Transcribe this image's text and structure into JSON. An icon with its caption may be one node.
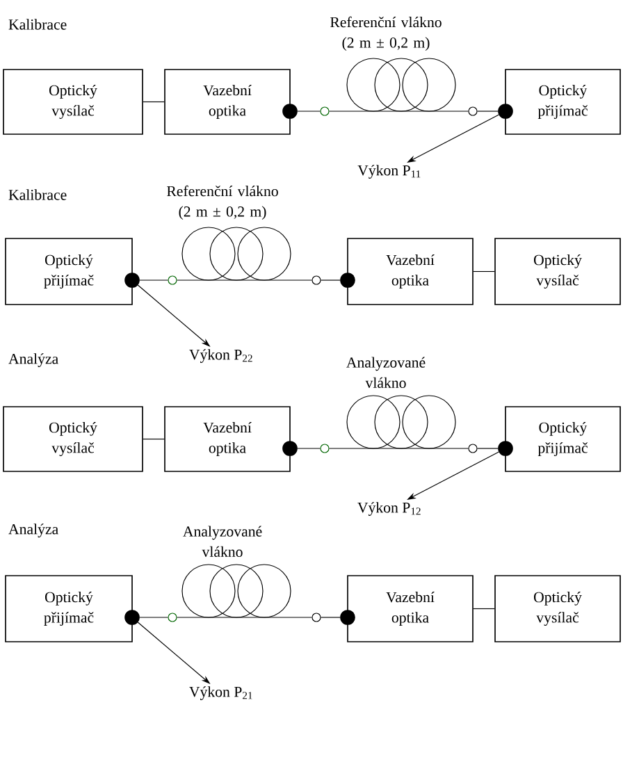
{
  "diagram": {
    "nodes": [
      {
        "text": [
          "Referenční vlákno (2 m ± 0,2 m)"
        ]
      },
      {
        "text": [
          "Optický vysílač"
        ]
      },
      {
        "text": [
          "Vazební optika"
        ]
      },
      {
        "text": [],
        "shape": "dot"
      },
      {
        "text": [],
        "shape": "circle"
      },
      {
        "text": [],
        "shape": "circle"
      },
      {
        "text": [],
        "shape": "dot"
      },
      {
        "text": [
          "Optický přijímač"
        ]
      },
      {
        "text": [
          "Výkon P$_{11}$"
        ]
      },
      {
        "text": [
          "Referenční vlákno (2 m ± 0,2 m)"
        ]
      },
      {
        "text": [
          "Optický přijímač"
        ]
      },
      {
        "text": [],
        "shape": "dot"
      },
      {
        "text": [],
        "shape": "circle"
      },
      {
        "text": [],
        "shape": "circle"
      },
      {
        "text": [],
        "shape": "dot"
      },
      {
        "text": [
          "Vazební optika"
        ]
      },
      {
        "text": [
          "Optický vysílač"
        ]
      },
      {
        "text": [
          "Výkon P$_{22}$"
        ]
      },
      {
        "text": [
          "Analyzované vlákno"
        ]
      },
      {
        "text": [
          "Optický vysílač"
        ]
      },
      {
        "text": [
          "Vazební optika"
        ]
      },
      {
        "text": [],
        "shape": "dot"
      },
      {
        "text": [],
        "shape": "circle"
      },
      {
        "text": [],
        "shape": "circle"
      },
      {
        "text": [],
        "shape": "dot"
      },
      {
        "text": [
          "Optický přijímač"
        ]
      },
      {
        "text": [
          "Výkon P$_{12}$"
        ]
      },
      {
        "text": [
          "Analyzované vlákno"
        ]
      },
      {
        "text": [
          "Optický přijímač"
        ]
      },
      {
        "text": [],
        "shape": "dot"
      },
      {
        "text": [],
        "shape": "circle"
      },
      {
        "text": [],
        "shape": "circle"
      },
      {
        "text": [],
        "shape": "dot"
      },
      {
        "text": [
          "Vazební optika"
        ]
      },
      {
        "text": [
          "Optický vysílač"
        ]
      },
      {
        "text": [
          "Výkon P$_{21}$"
        ]
      }
    ],
    "edges": [
      {
        "from": 1,
        "to": 2,
        "arrow": "none"
      },
      {
        "from": 3,
        "to": 4,
        "arrow": "none"
      },
      {
        "from": 4,
        "to": 5,
        "arrow": "none"
      },
      {
        "from": 5,
        "to": 6,
        "arrow": "none"
      },
      {
        "from": 6,
        "to": 8,
        "arrow": "to"
      },
      {
        "from": 11,
        "to": 12,
        "arrow": "none"
      },
      {
        "from": 12,
        "to": 13,
        "arrow": "none"
      },
      {
        "from": 13,
        "to": 14,
        "arrow": "none"
      },
      {
        "from": 15,
        "to": 16,
        "arrow": "none"
      },
      {
        "from": 11,
        "to": 17,
        "arrow": "to"
      },
      {
        "from": 19,
        "to": 20,
        "arrow": "none"
      },
      {
        "from": 21,
        "to": 22,
        "arrow": "none"
      },
      {
        "from": 22,
        "to": 23,
        "arrow": "none"
      },
      {
        "from": 23,
        "to": 24,
        "arrow": "none"
      },
      {
        "from": 24,
        "to": 26,
        "arrow": "to"
      },
      {
        "from": 29,
        "to": 30,
        "arrow": "none"
      },
      {
        "from": 30,
        "to": 31,
        "arrow": "none"
      },
      {
        "from": 31,
        "to": 32,
        "arrow": "none"
      },
      {
        "from": 33,
        "to": 34,
        "arrow": "none"
      },
      {
        "from": 29,
        "to": 35,
        "arrow": "to"
      }
    ],
    "labels": [
      "Kalibrace",
      "Kalibrace",
      "Analýza",
      "Analýza"
    ]
  }
}
